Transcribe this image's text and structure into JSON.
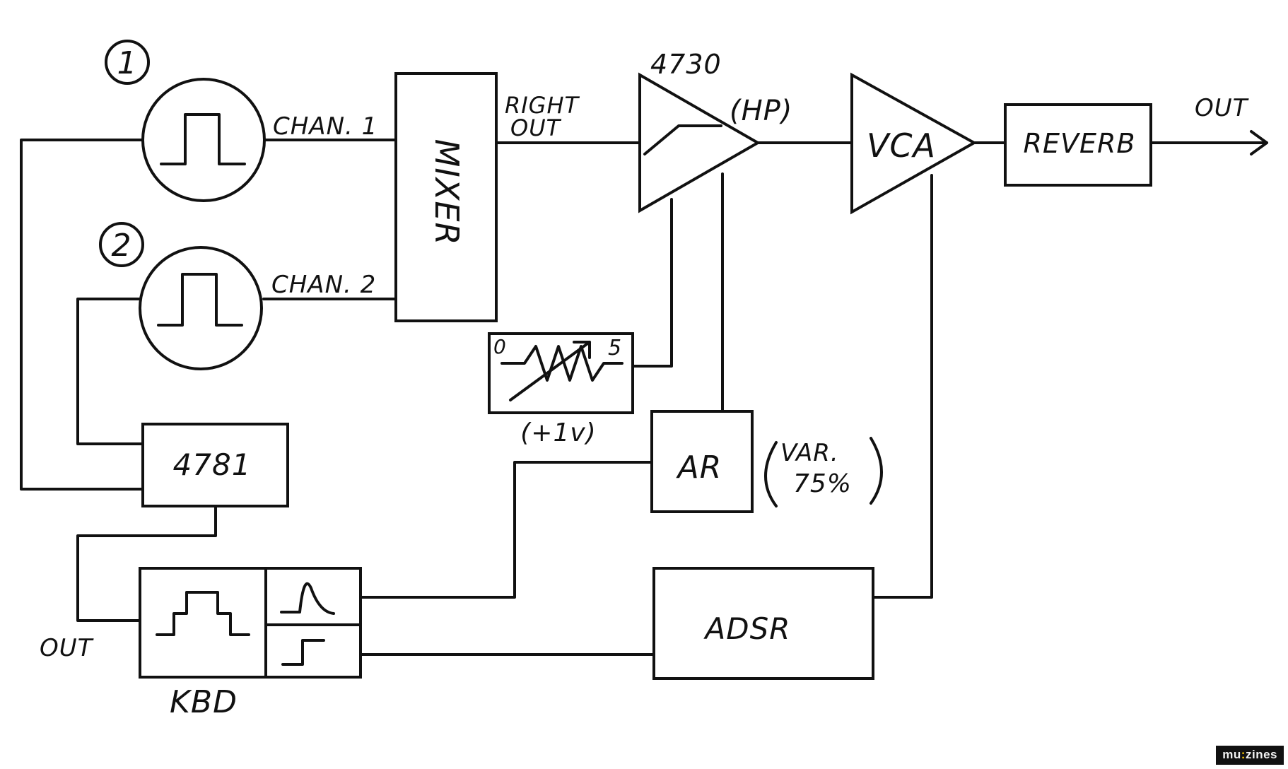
{
  "labels": {
    "osc1_number": "1",
    "osc2_number": "2",
    "chan1": "CHAN. 1",
    "chan2": "CHAN. 2",
    "mixer": "MIXER",
    "right_out_line1": "RIGHT",
    "right_out_line2": "OUT",
    "filter_chip": "4730",
    "filter_mode": "(HP)",
    "vca": "VCA",
    "reverb": "REVERB",
    "out_right": "OUT",
    "pot_min": "0",
    "pot_max": "5",
    "pot_voltage": "(+1v)",
    "ar": "AR",
    "ar_note_line1": "VAR.",
    "ar_note_line2": "75%",
    "chip_4781": "4781",
    "out_left": "OUT",
    "kbd": "KBD",
    "adsr": "ADSR"
  },
  "watermark": {
    "text_before": "mu",
    "text_accent": ":",
    "text_after": "zines"
  },
  "colors": {
    "ink": "#111111",
    "paper": "#ffffff",
    "watermark_bg": "#111111",
    "watermark_accent": "#ffcc00"
  }
}
